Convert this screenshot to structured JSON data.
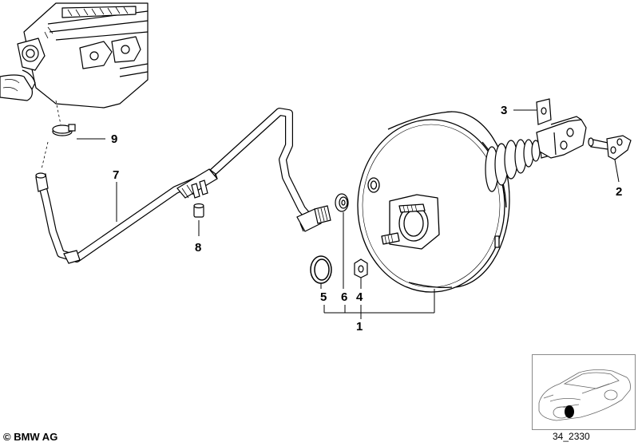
{
  "callouts": {
    "c1": "1",
    "c2": "2",
    "c3": "3",
    "c4": "4",
    "c5": "5",
    "c6": "6",
    "c7": "7",
    "c8": "8",
    "c9": "9"
  },
  "footer": {
    "copyright": "© BMW AG",
    "reference_code": "34_2330"
  }
}
